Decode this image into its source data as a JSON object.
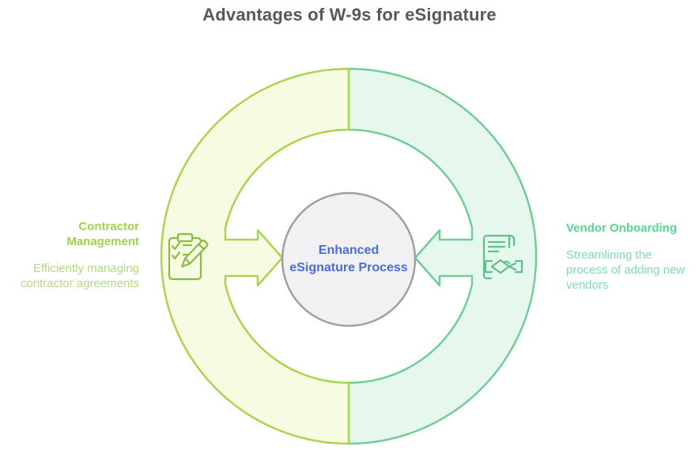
{
  "title": "Advantages of W-9s for eSignature",
  "center": {
    "line1": "Enhanced",
    "line2": "eSignature Process"
  },
  "left": {
    "heading": "Contractor Management",
    "description": "Efficiently managing contractor agreements",
    "icon": "clipboard-pencil-icon"
  },
  "right": {
    "heading": "Vendor Onboarding",
    "description": "Streamlining the process of adding new vendors",
    "icon": "document-handshake-icon"
  },
  "colors": {
    "title_text": "#58585a",
    "left_fill": "#f7fbe2",
    "left_stroke": "#a9d44e",
    "left_icon": "#8abc42",
    "left_heading": "#a2cf4e",
    "left_body": "#b4da7c",
    "right_fill": "#e6f8ee",
    "right_stroke": "#6fce96",
    "right_icon": "#5cc287",
    "right_heading": "#5cd392",
    "right_body": "#80dcaa",
    "hub_fill": "#f1f1f3",
    "hub_stroke": "#9fa0a2",
    "center_text": "#4a6bd8"
  }
}
